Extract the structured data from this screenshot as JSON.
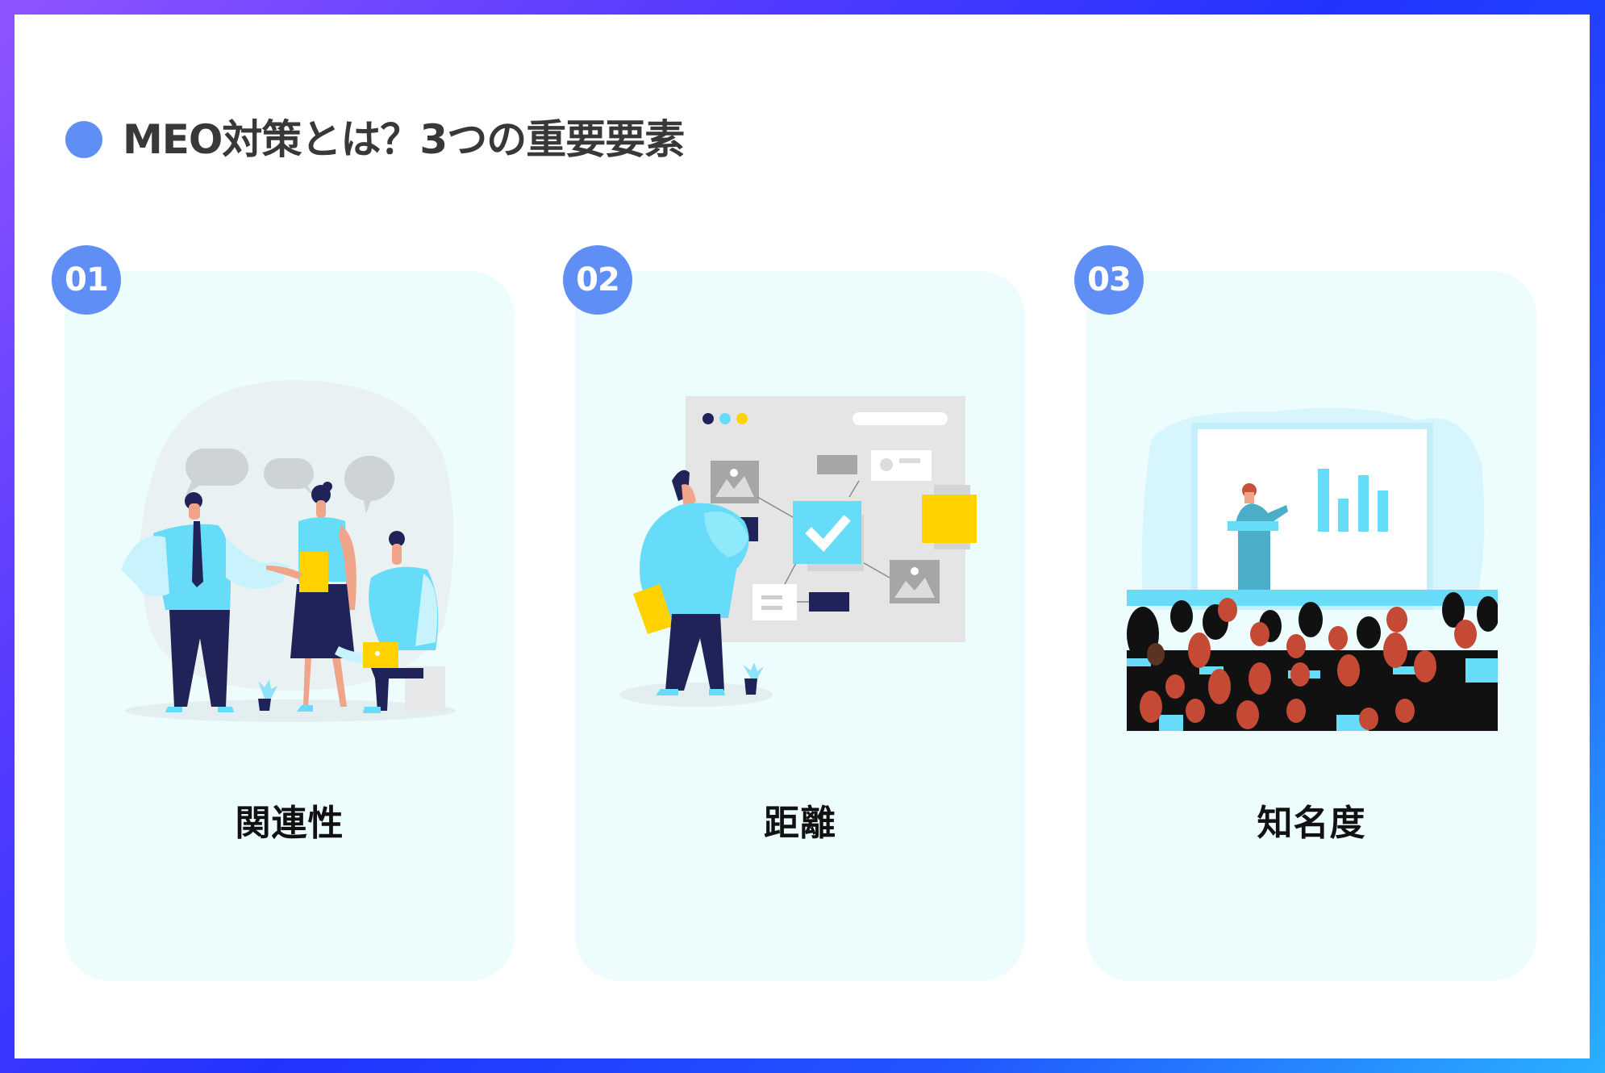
{
  "title": {
    "text": "MEO対策とは？3つの重要要素",
    "bullet_color": "#5f8ff5"
  },
  "colors": {
    "frame_gradient": [
      "#8f55ff",
      "#2233ff",
      "#29b0ff"
    ],
    "card_bg": "#edfcfd",
    "badge_bg": "#5f8ff5",
    "accent_cyan": "#66dcf8",
    "accent_yellow": "#ffd200",
    "navy": "#1f2357"
  },
  "cards": [
    {
      "number": "01",
      "label": "関連性",
      "illustration": "people-conversation-illustration"
    },
    {
      "number": "02",
      "label": "距離",
      "illustration": "person-viewing-board-illustration"
    },
    {
      "number": "03",
      "label": "知名度",
      "illustration": "presentation-audience-illustration"
    }
  ]
}
